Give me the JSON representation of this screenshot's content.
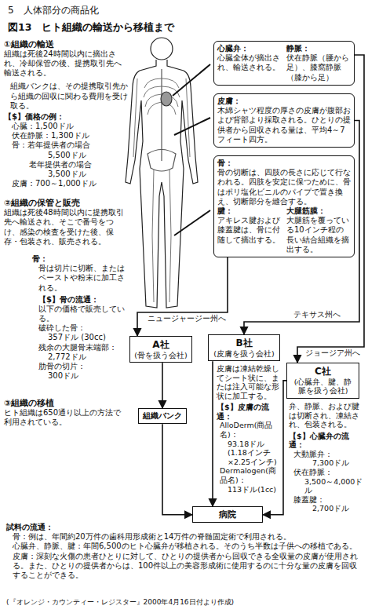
{
  "diagram": {
    "title": "図13　ヒト組織の輸送から移植まで",
    "caption": "(『オレンジ・カウンティー・レジスター』2000年4月16日付より作成)",
    "nodes": [
      {
        "text": [
          "心臓弁：",
          "静脈：",
          "心臓全体が摘出され、輸送される。",
          "伏在静脈（腰から足）、膝窩静脈（膝から足）"
        ]
      },
      {
        "text": [
          "皮膚：",
          "木綿シャツ程度の厚さの皮膚が腹部および背部より採取される。ひとりの提供者から回収される量は、平均4～7フィート四方。"
        ]
      },
      {
        "text": [
          "骨：",
          "骨の切断は、四肢の長さに応じて行なわれる。四肢を安定に保つために、骨はポリ塩化ビニルのパイプで置き換え、切断部分を縫合する。",
          "腱：",
          "アキレス腱および膝蓋腱は、骨に付随して摘出する。",
          "大腿筋膜：",
          "大腿筋を覆っている10インチ程の長い結合組織を摘出する。"
        ]
      },
      {
        "text": [
          "A社",
          "(骨を扱う会社)"
        ]
      },
      {
        "text": [
          "B社",
          "(皮膚を扱う会社)"
        ]
      },
      {
        "text": [
          "C社",
          "(心臓弁、腱、静脈を扱う会社)"
        ]
      },
      {
        "text": [
          "組織バンク"
        ]
      },
      {
        "text": [
          "病院"
        ]
      }
    ],
    "edges": [
      {
        "from": 0,
        "to": 5,
        "arrow": "to",
        "label": "ジョージア州へ"
      },
      {
        "from": 1,
        "to": 4,
        "arrow": "to",
        "label": "テキサス州へ"
      },
      {
        "from": 2,
        "to": 3,
        "arrow": "to",
        "label": "ニュージャージー州へ"
      },
      {
        "from": 3,
        "to": 6,
        "arrow": "to"
      },
      {
        "from": 6,
        "to": 7,
        "arrow": "to"
      },
      {
        "from": 4,
        "to": 7,
        "arrow": "to"
      },
      {
        "from": 5,
        "to": 7,
        "arrow": "to"
      }
    ],
    "labels": [
      "5　人体部分の商品化",
      "①組織の輸送",
      "組織は死後24時間以内に摘出され、冷却保管の後、提携取引先へ輸送される。",
      "組織バンクは、その提携取引先から組織の回収に関わる費用を受け取る。",
      "【$】価格の例：",
      "心臓：1,500ドル",
      "伏在静脈：1,300ドル",
      "骨：若年提供者の場合",
      "5,500ドル",
      "老年提供者の場合",
      "3,500ドル",
      "皮膚：700～1,000ドル",
      "②組織の保管と販売",
      "組織は死後48時間以内に提携取引先へ輸送され、そこで番号をつけ、感染の検査を受けた後、保存・包装され、販売される。",
      "骨：",
      "骨は切片に切断、またはペーストや粉末に加工される。",
      "【$】骨の流通：",
      "以下の価格で販売している。",
      "破砕した骨：",
      "357ドル (30cc)",
      "残余の大腿骨末端部：",
      "2,772ドル",
      "肋骨の切片：",
      "300ドル",
      "③組織の移植",
      "ヒト組織は650通り以上の方法で利用されている。",
      "皮膚は凍結乾燥してシート状に、または注入可能な形状に加工する。",
      "【$】皮膚の流通：",
      "AlloDerm(商品名)：",
      "93.18ドル",
      "(1.18インチ ×2.25インチ)",
      "Dermalogen(商品名)：",
      "113ドル(1cc)",
      "弁、静脈、および腱は切断され、凍結され、包装される。",
      "【$】心臓弁の流通：",
      "大動脈弁：",
      "7,300ドル",
      "伏在静脈：",
      "3,500～4,000ドル",
      "膝蓋腱：",
      "2,700ドル",
      "試料の流通：",
      "骨：例は、年間約20万件の歯科用形成術と14万件の脊髄固定術で利用される。",
      "心臓弁、静脈、腱：年間6,500のヒト心臓弁が移植される。そのうち半数は子供への移植である。",
      "皮膚：深刻な火傷の患者ひとりに対して、ひとりの提供者から回収できる全収量の皮膚が使用される。また、ひとりの提供者からは、100件以上の美容形成術に使用するのに十分な量の皮膚を回収することができる。"
    ]
  }
}
